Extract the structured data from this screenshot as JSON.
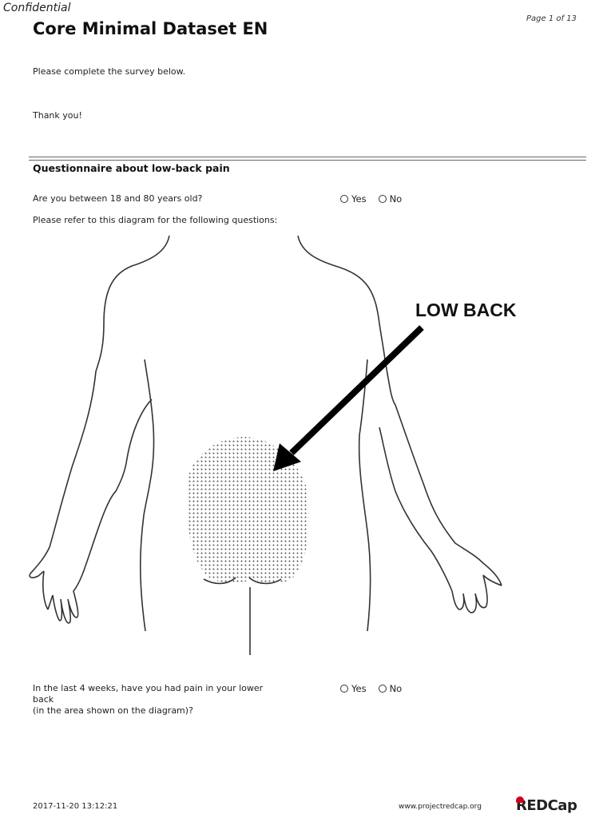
{
  "header": {
    "confidential_label": "Confidential",
    "page_indicator": "Page 1 of 13",
    "title": "Core Minimal Dataset EN"
  },
  "intro": {
    "line1": "Please complete the survey below.",
    "line2": "Thank you!"
  },
  "section": {
    "title": "Questionnaire about low-back pain"
  },
  "questions": [
    {
      "text": "Are you between 18 and 80 years old?",
      "options": [
        "Yes",
        "No"
      ]
    },
    {
      "text": "In the last 4 weeks, have you had pain in your lower back\n(in the area shown on the diagram)?",
      "line1": "In the last 4 weeks, have you had pain in your lower",
      "line2": "back",
      "line3": "(in the area shown on the diagram)?",
      "options": [
        "Yes",
        "No"
      ]
    }
  ],
  "diagram": {
    "instruction": "Please refer to this diagram for the following questions:",
    "label": "LOW BACK",
    "icon": "body-diagram-back-view"
  },
  "footer": {
    "timestamp": "2017-11-20 13:12:21",
    "url": "www.projectredcap.org",
    "logo_text": "REDCap",
    "logo_accent_color": "#d0021b"
  }
}
